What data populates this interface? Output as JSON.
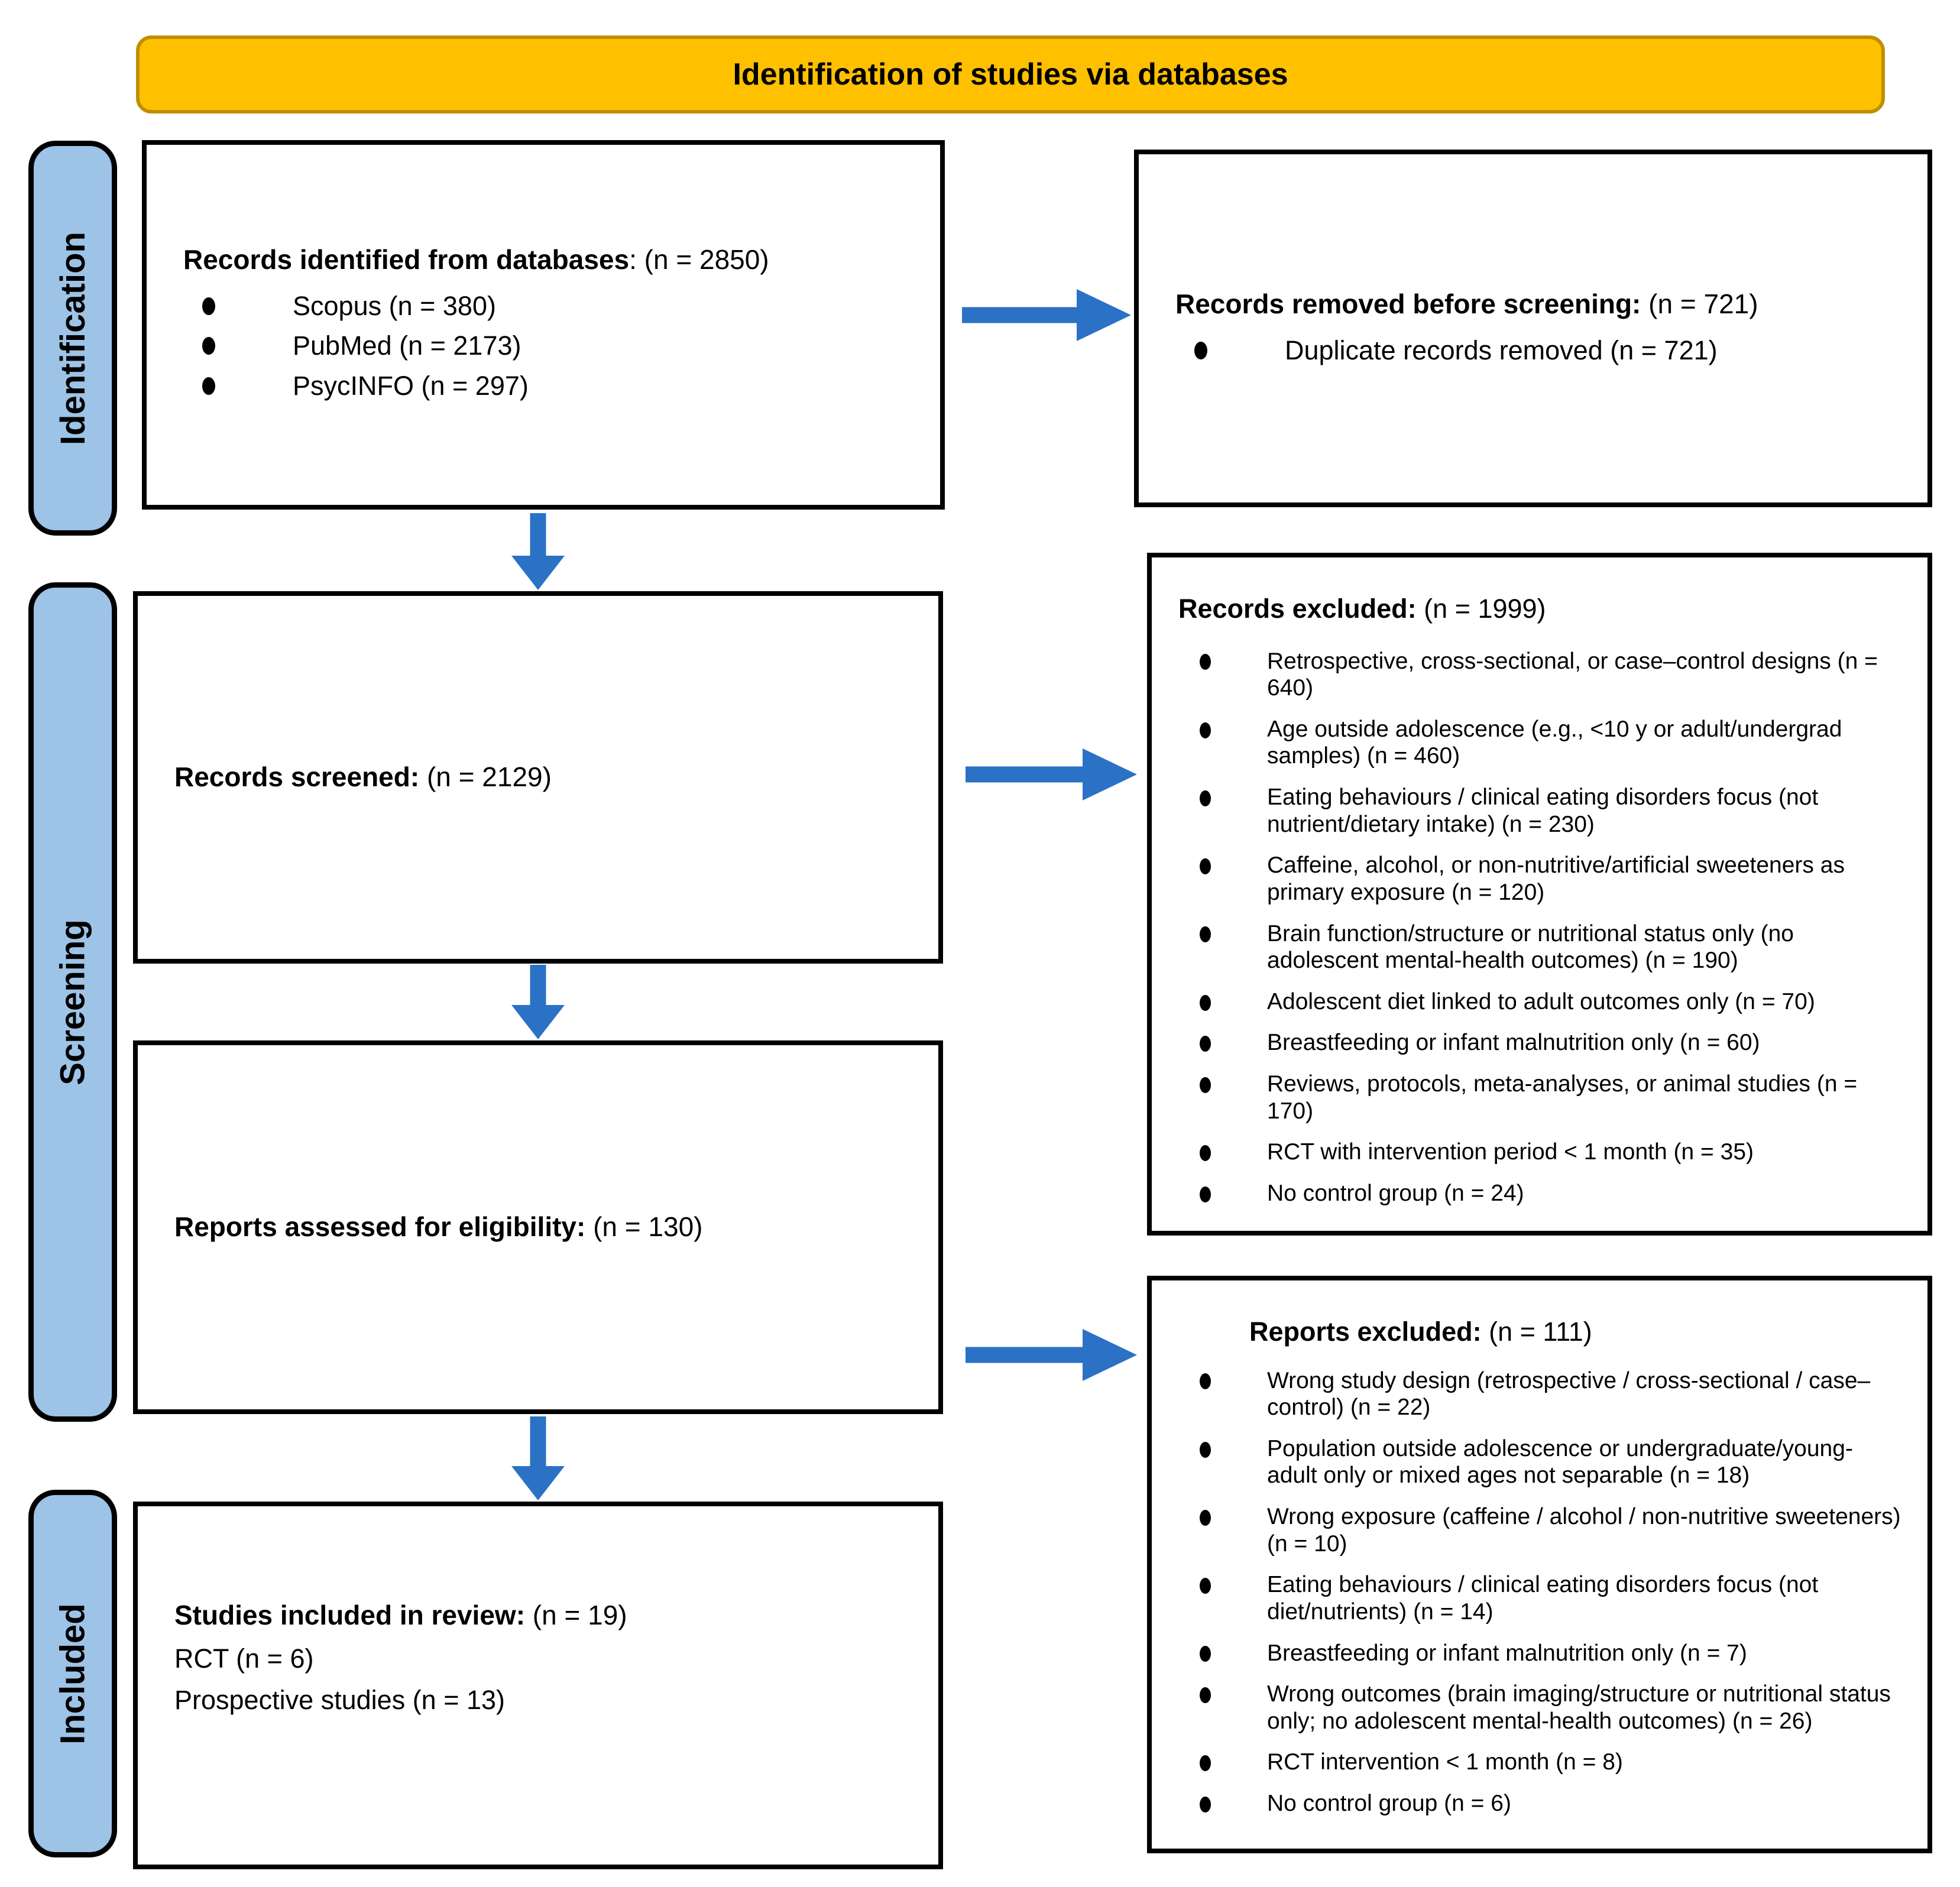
{
  "banner": {
    "title": "Identification of studies via databases"
  },
  "stages": {
    "identification": "Identification",
    "screening": "Screening",
    "included": "Included"
  },
  "boxes": {
    "identified": {
      "title_bold": "Records identified from databases",
      "title_rest": ": (n = 2850)",
      "bullets": [
        "Scopus (n = 380)",
        "PubMed (n = 2173)",
        "PsycINFO (n = 297)"
      ]
    },
    "removed": {
      "title_bold": "Records removed before screening:",
      "title_rest": " (n = 721)",
      "bullets": [
        "Duplicate records removed (n = 721)"
      ]
    },
    "screened": {
      "title_bold": "Records screened:",
      "title_rest": " (n = 2129)"
    },
    "records_excluded": {
      "title_bold": "Records excluded:",
      "title_rest": " (n = 1999)",
      "bullets": [
        "Retrospective, cross-sectional, or case–control designs (n = 640)",
        "Age outside adolescence (e.g., <10 y or adult/undergrad samples) (n = 460)",
        "Eating behaviours / clinical eating disorders focus (not nutrient/dietary intake) (n = 230)",
        "Caffeine, alcohol, or non-nutritive/artificial sweeteners as primary exposure (n = 120)",
        "Brain function/structure or nutritional status only (no adolescent mental-health outcomes) (n = 190)",
        "Adolescent diet linked to adult outcomes only (n = 70)",
        "Breastfeeding or infant malnutrition only (n = 60)",
        "Reviews, protocols, meta-analyses, or animal studies (n = 170)",
        "RCT with intervention period < 1 month (n = 35)",
        "No control group (n = 24)"
      ]
    },
    "assessed": {
      "title_bold": "Reports assessed for eligibility:",
      "title_rest": " (n = 130)"
    },
    "reports_excluded": {
      "title_bold": "Reports excluded:",
      "title_rest": " (n = 111)",
      "bullets": [
        "Wrong study design (retrospective / cross-sectional / case–control) (n = 22)",
        "Population outside adolescence or undergraduate/young-adult only or mixed ages not separable (n = 18)",
        "Wrong exposure (caffeine / alcohol / non-nutritive sweeteners) (n = 10)",
        "Eating behaviours / clinical eating disorders focus (not diet/nutrients) (n = 14)",
        "Breastfeeding or infant malnutrition only (n = 7)",
        "Wrong outcomes (brain imaging/structure or nutritional status only; no adolescent mental-health outcomes) (n = 26)",
        "RCT intervention < 1 month (n = 8)",
        "No control group (n = 6)"
      ]
    },
    "included": {
      "title_bold": "Studies included in review:",
      "title_rest": " (n = 19)",
      "lines": [
        "RCT (n = 6)",
        "Prospective studies (n = 13)"
      ]
    }
  },
  "colors": {
    "banner_fill": "#FFC000",
    "banner_border": "#BF8F00",
    "stage_fill": "#9DC3E6",
    "arrow": "#2B72C6",
    "box_border": "#000000"
  }
}
